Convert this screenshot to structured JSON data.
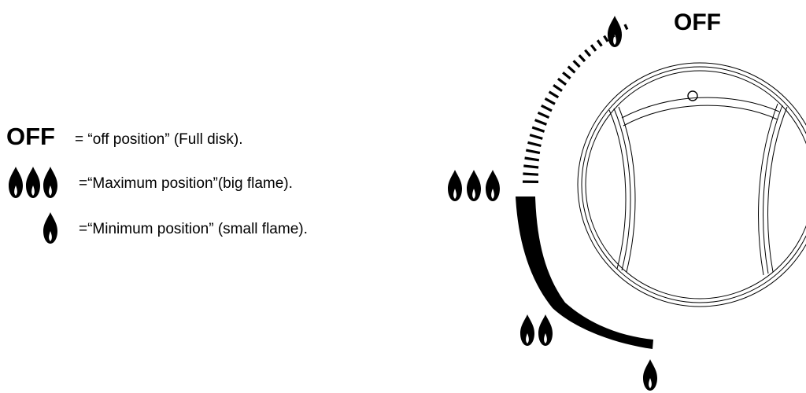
{
  "legend": [
    {
      "symbol": "OFF",
      "icon": "off-text",
      "text": "= “off position” (Full disk)."
    },
    {
      "symbol": "",
      "icon": "flame-triple-icon",
      "text": "=“Maximum position”(big flame)."
    },
    {
      "symbol": "",
      "icon": "flame-single-icon",
      "text": "=“Minimum position” (small flame)."
    }
  ],
  "dial": {
    "off_label": "OFF",
    "positions": [
      "off",
      "minimum",
      "maximum",
      "medium",
      "minimum"
    ]
  },
  "colors": {
    "ink": "#000000",
    "background": "#ffffff"
  }
}
